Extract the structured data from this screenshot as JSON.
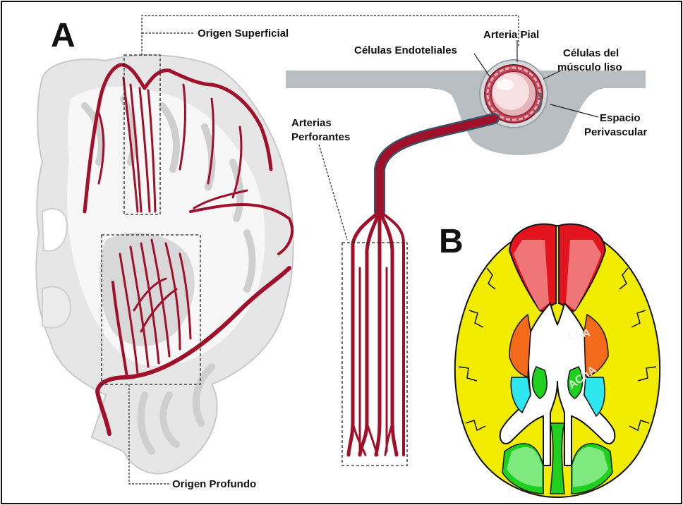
{
  "panels": {
    "a_letter": "A",
    "b_letter": "B"
  },
  "labels": {
    "origen_superficial": "Origen Superficial",
    "origen_profundo": "Origen Profundo",
    "arteria_pial": "Arteria Pial",
    "celulas_endoteliales": "Células Endoteliales",
    "celulas_musculo_1": "Células del",
    "celulas_musculo_2": "músculo liso",
    "espacio_1": "Espacio",
    "espacio_2": "Perivascular",
    "arterias_1": "Arterias",
    "arterias_2": "Perforantes"
  },
  "brain_regions": {
    "lsa": "LSA",
    "acha": "AChA"
  },
  "colors": {
    "artery": "#a0102a",
    "yellow_territory": "#f2ec00",
    "red_territory": "#e4141e",
    "orange_territory": "#f26a1a",
    "cyan_territory": "#2ee6ee",
    "green_territory": "#1fd01f"
  }
}
